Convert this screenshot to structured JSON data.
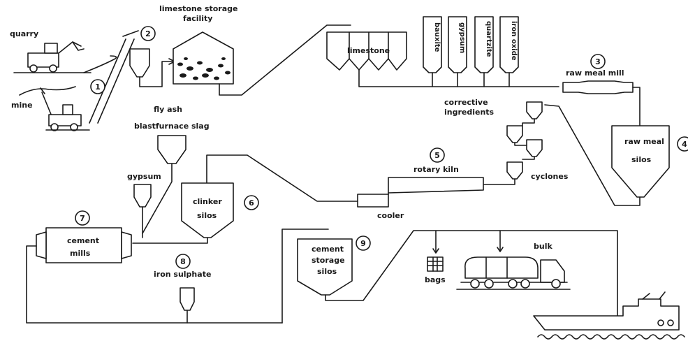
{
  "labels": {
    "quarry": "quarry",
    "mine": "mine",
    "limestone_storage_1": "limestone storage",
    "limestone_storage_2": "facility",
    "limestone": "limestone",
    "bauxite": "bauxite",
    "gypsum_top": "gypsum",
    "quartzite": "quartzite",
    "iron_oxide": "iron oxide",
    "raw_meal_mill": "raw meal mill",
    "corrective_1": "corrective",
    "corrective_2": "ingredients",
    "raw_meal_silos_1": "raw meal",
    "raw_meal_silos_2": "silos",
    "fly_ash": "fly ash",
    "blastfurnace_slag": "blastfurnace slag",
    "gypsum": "gypsum",
    "clinker_silos_1": "clinker",
    "clinker_silos_2": "silos",
    "rotary_kiln": "rotary  kiln",
    "cyclones": "cyclones",
    "cooler": "cooler",
    "cement_mills_1": "cement",
    "cement_mills_2": "mills",
    "iron_sulphate": "iron sulphate",
    "cement_storage_1": "cement",
    "cement_storage_2": "storage",
    "cement_storage_3": "silos",
    "bags": "bags",
    "bulk": "bulk"
  },
  "steps": {
    "s1": "1",
    "s2": "2",
    "s3": "3",
    "s4": "4",
    "s5": "5",
    "s6": "6",
    "s7": "7",
    "s8": "8",
    "s9": "9"
  }
}
